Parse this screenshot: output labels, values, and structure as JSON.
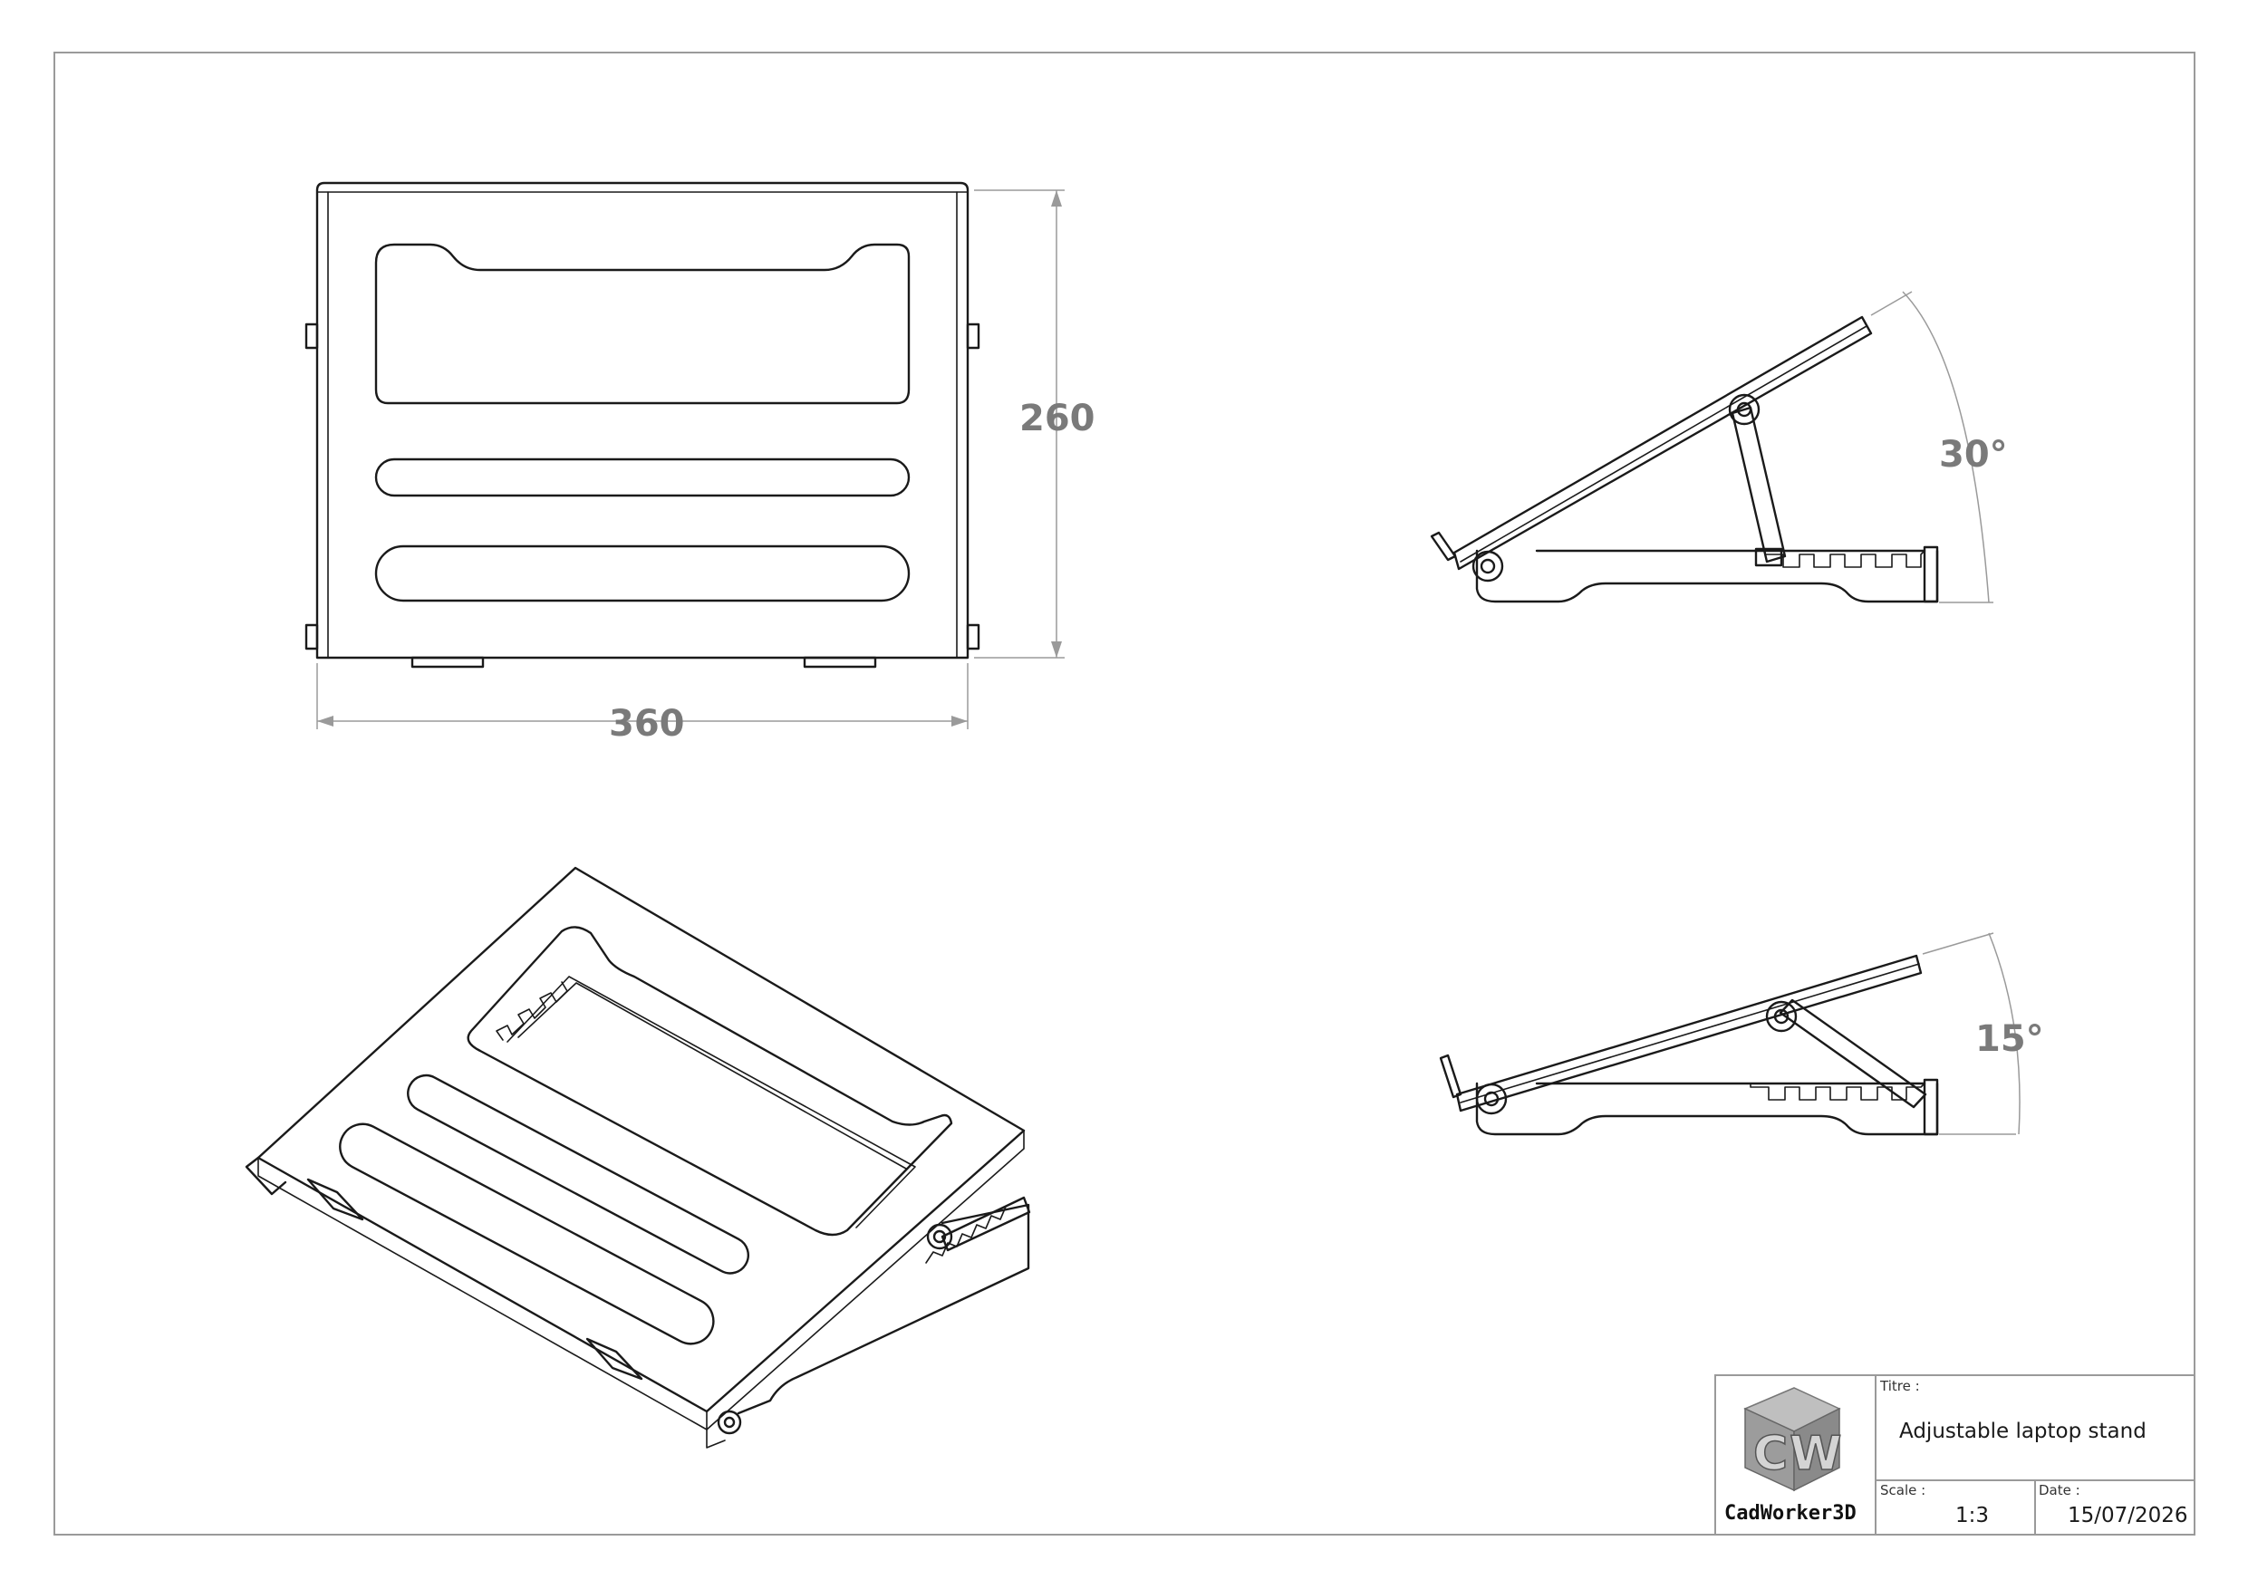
{
  "title_block": {
    "title_label": "Titre :",
    "title_value": "Adjustable laptop stand",
    "scale_label": "Scale :",
    "scale_value": "1:3",
    "date_label": "Date :",
    "date_value": "15/07/2026",
    "brand_name": "CadWorker3D",
    "logo_letters": "CW"
  },
  "dimensions": {
    "width": "360",
    "height": "260",
    "angle_high": "30°",
    "angle_low": "15°"
  },
  "colors": {
    "line": "#1a1a1a",
    "dimension": "#9a9a9a",
    "dimension_text": "#7a7a7a"
  }
}
